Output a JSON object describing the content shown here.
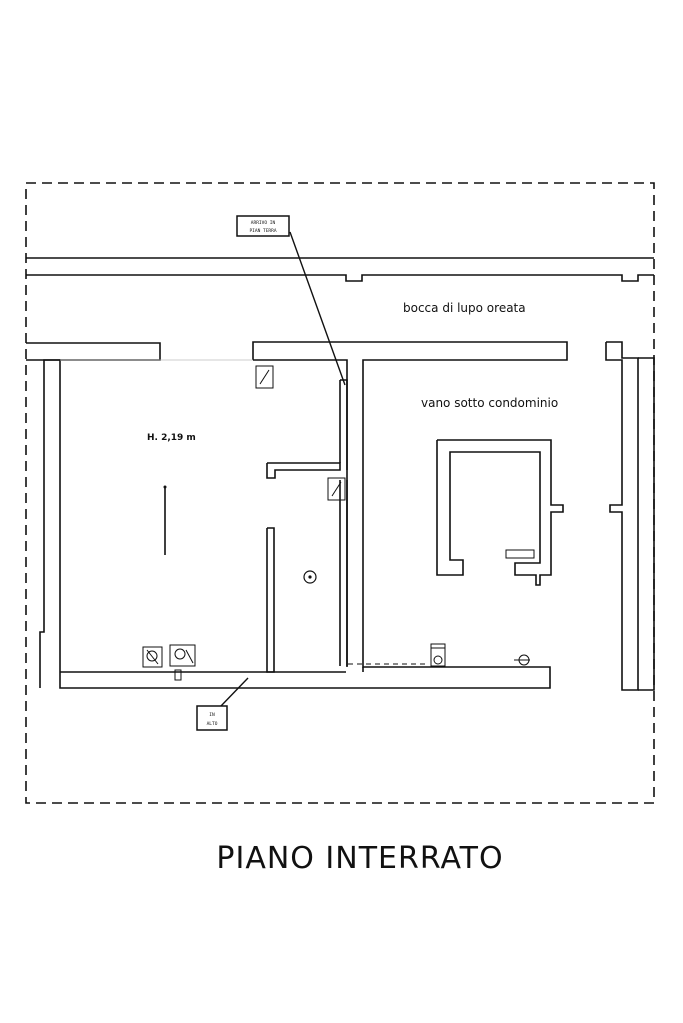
{
  "labels": {
    "room_height": "H. 2,19 m",
    "bocca": "bocca di lupo oreata",
    "vano": "vano sotto condominio"
  },
  "title": "PIANO INTERRATO",
  "callouts": {
    "top_line1": "ARRIVO IN",
    "top_line2": "PIAN TERRA",
    "bottom_line1": "IN",
    "bottom_line2": "ALTO"
  },
  "symbols": {
    "light_point": "light-point-symbol",
    "switch": "switch-symbol",
    "outlet": "outlet-symbol",
    "meter": "meter-symbol"
  },
  "colors": {
    "ink": "#111111",
    "paper": "#ffffff"
  }
}
